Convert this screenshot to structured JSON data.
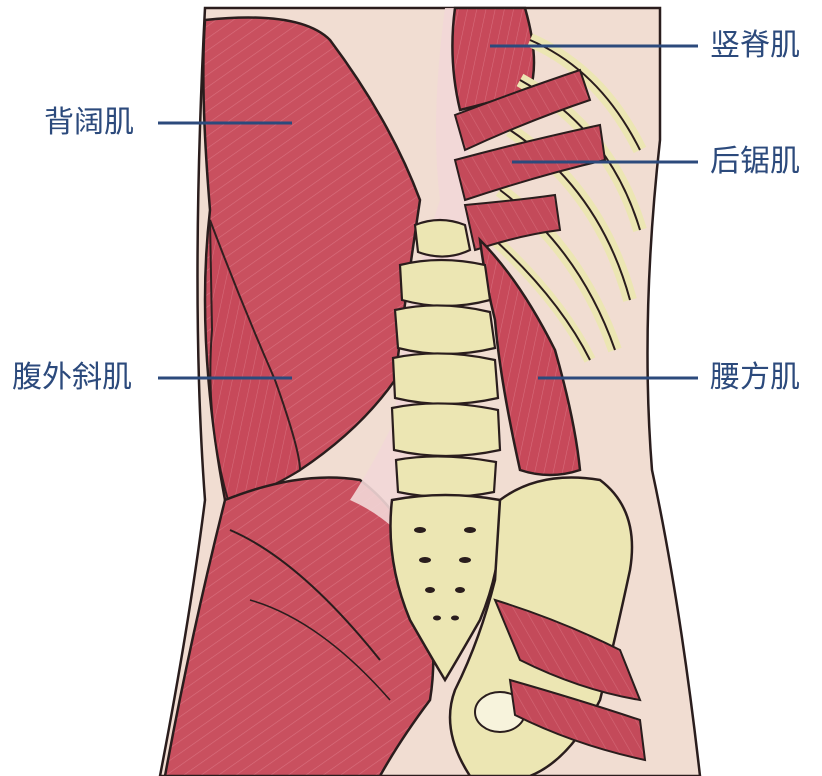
{
  "colors": {
    "label_text": "#2c4a7c",
    "leader_line": "#2c4a7c",
    "muscle": "#c9505f",
    "muscle_dark": "#9c3242",
    "bone": "#ece6b3",
    "skin": "#f1ddd2",
    "outline": "#2a1d1d"
  },
  "labels": {
    "erector_spinae": "竖脊肌",
    "latissimus_dorsi": "背阔肌",
    "serratus_posterior": "后锯肌",
    "external_oblique": "腹外斜肌",
    "quadratus_lumborum": "腰方肌"
  }
}
